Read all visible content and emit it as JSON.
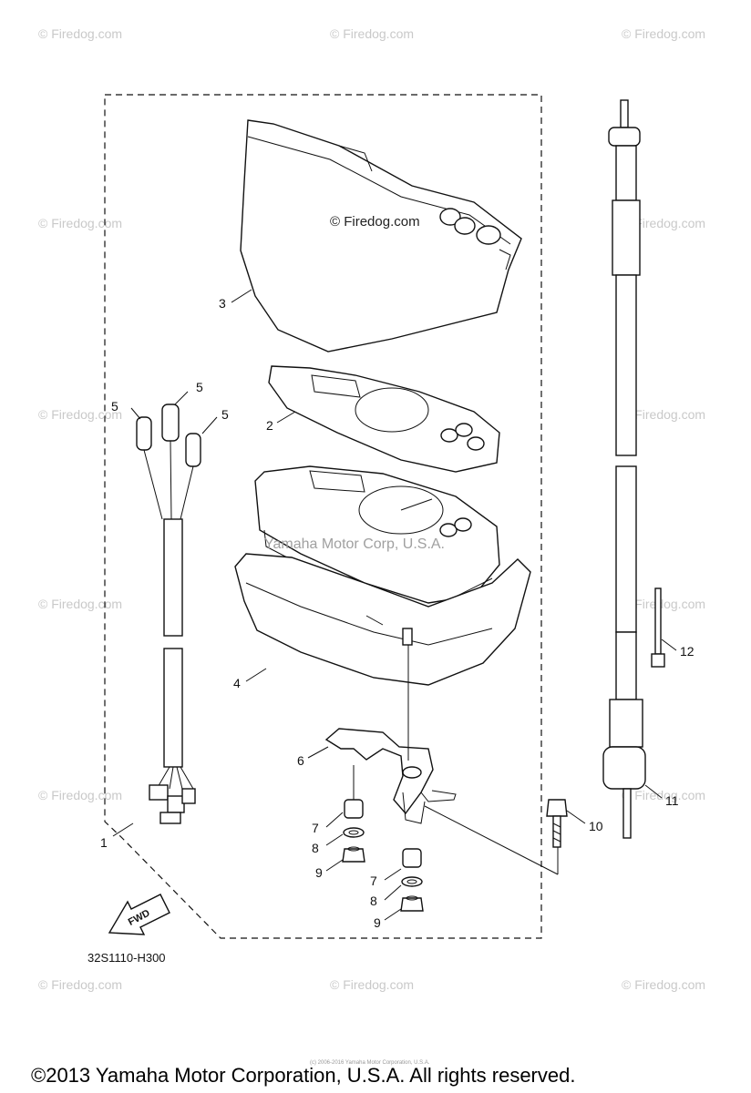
{
  "watermarks": {
    "grid_text": "© Firedog.com",
    "center_text": "© Firedog.com",
    "mid_text": "Yamaha Motor Corp, U.S.A."
  },
  "callouts": {
    "c1": "1",
    "c2": "2",
    "c3": "3",
    "c4": "4",
    "c5a": "5",
    "c5b": "5",
    "c5c": "5",
    "c6": "6",
    "c7a": "7",
    "c7b": "7",
    "c8a": "8",
    "c8b": "8",
    "c9a": "9",
    "c9b": "9",
    "c10": "10",
    "c11": "11",
    "c12": "12"
  },
  "fwd_label": "FWD",
  "diagram_code": "32S1110-H300",
  "tiny_notice": "(c) 2006-2016 Yamaha Motor Corporation, U.S.A.",
  "copyright": "©2013 Yamaha Motor Corporation, U.S.A. All rights reserved."
}
